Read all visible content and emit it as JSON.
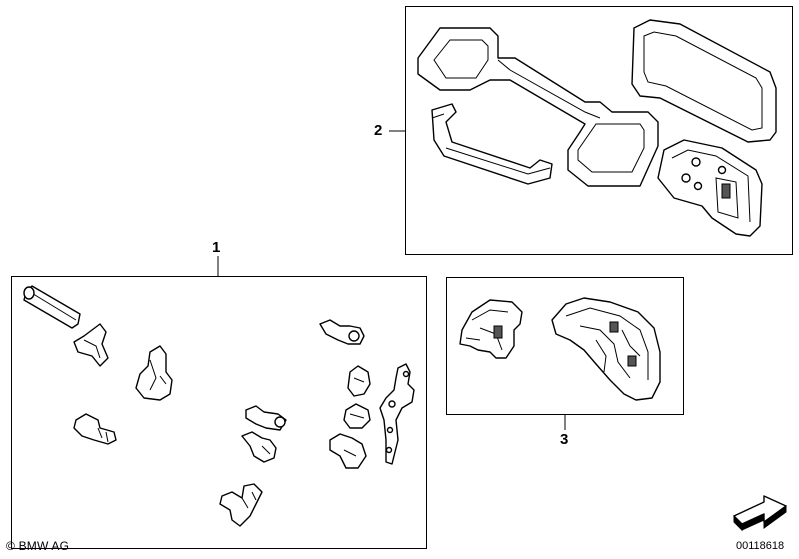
{
  "callouts": {
    "group_1": "1",
    "group_2": "2",
    "group_3": "3"
  },
  "footer": {
    "copyright": "© BMW AG",
    "diagram_id": "00118618"
  },
  "icons": {
    "navigation_arrow": "navigation-arrow-icon"
  }
}
